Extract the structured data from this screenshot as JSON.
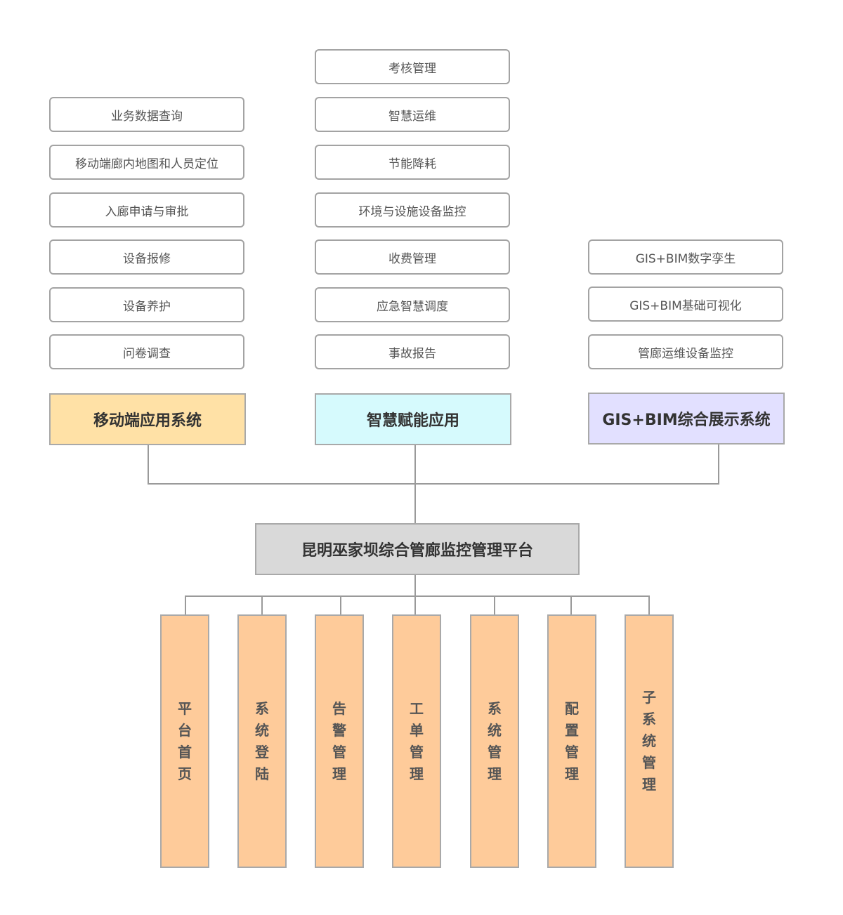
{
  "colors": {
    "mobile_fill": "#ffe1a6",
    "smart_fill": "#d6fafd",
    "gis_fill": "#e2e0ff",
    "root_fill": "#d9d9d9",
    "module_fill": "#fecb9a",
    "border": "#a9a9a9",
    "connector": "#9a9a9a"
  },
  "left_column": {
    "header": "移动端应用系统",
    "items": [
      "业务数据查询",
      "移动端廊内地图和人员定位",
      "入廊申请与审批",
      "设备报修",
      "设备养护",
      "问卷调查"
    ]
  },
  "middle_column": {
    "header": "智慧赋能应用",
    "items": [
      "考核管理",
      "智慧运维",
      "节能降耗",
      "环境与设施设备监控",
      "收费管理",
      "应急智慧调度",
      "事故报告"
    ]
  },
  "right_column": {
    "header": "GIS+BIM综合展示系统",
    "items": [
      "GIS+BIM数字孪生",
      "GIS+BIM基础可视化",
      "管廊运维设备监控"
    ]
  },
  "root": {
    "label": "昆明巫家坝综合管廊监控管理平台"
  },
  "modules": [
    {
      "label": "平台首页"
    },
    {
      "label": "系统登陆"
    },
    {
      "label": "告警管理"
    },
    {
      "label": "工单管理"
    },
    {
      "label": "系统管理"
    },
    {
      "label": "配置管理"
    },
    {
      "label": "子系统管理"
    }
  ]
}
